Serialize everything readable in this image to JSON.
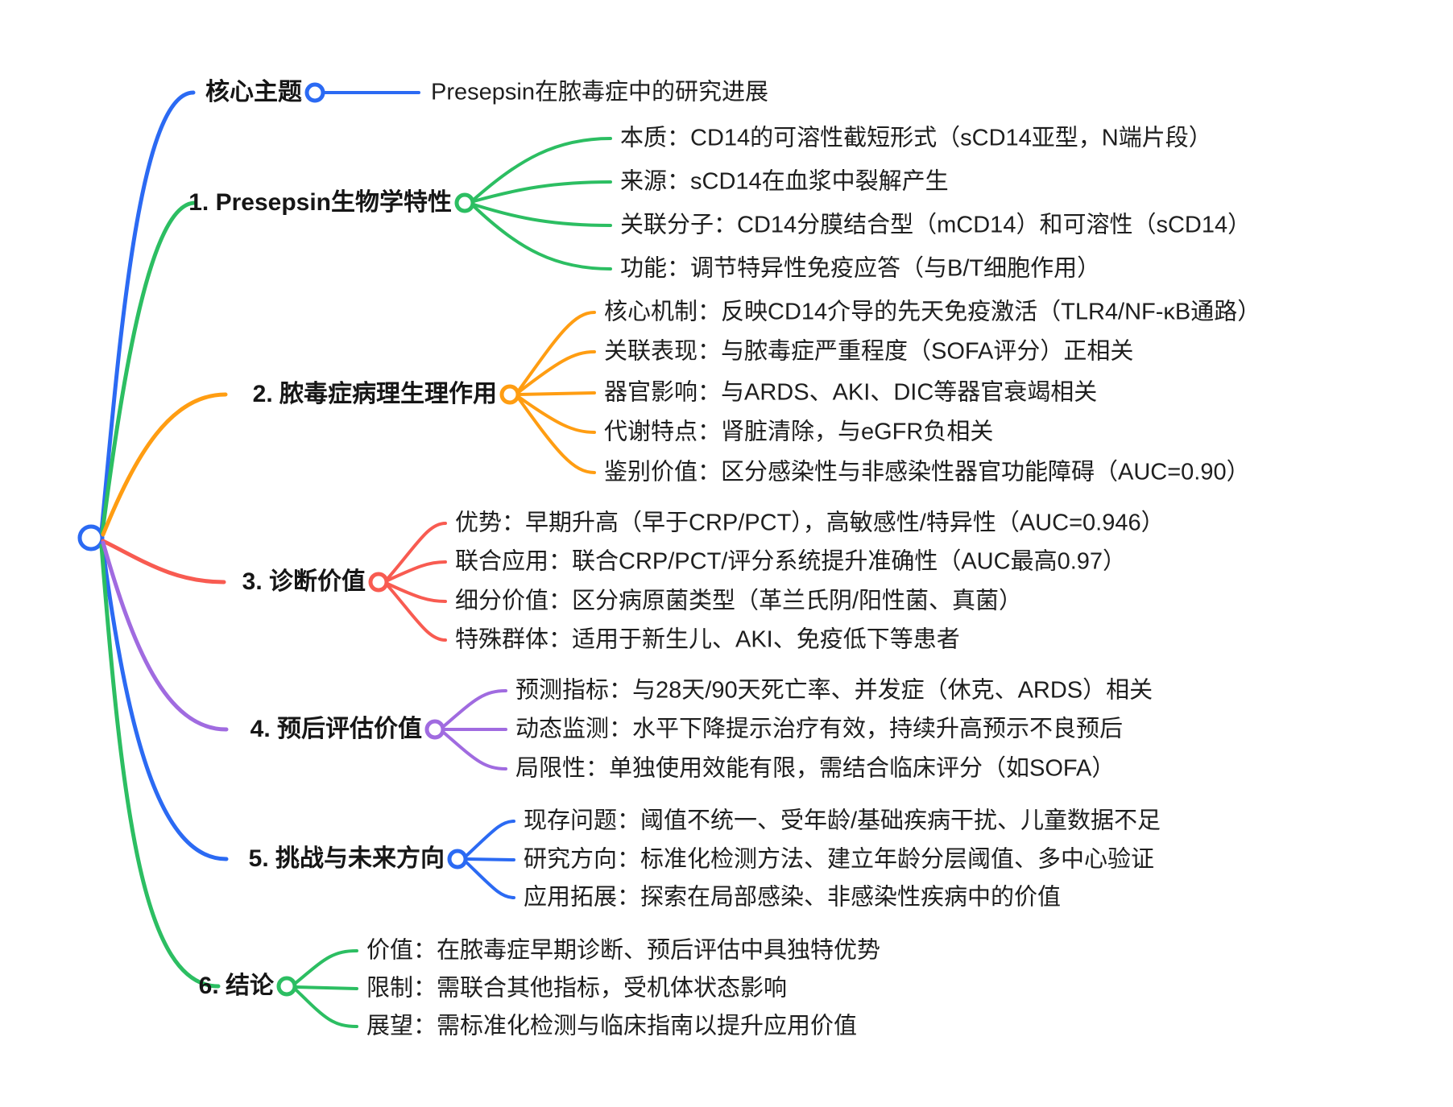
{
  "title_node": "Presepsin在脓毒症中的研究进展",
  "colors": {
    "blue": "#2b6af3",
    "green": "#2cbe62",
    "orange": "#ff9d12",
    "red": "#f85b51",
    "purple": "#a06be0"
  },
  "branches": [
    {
      "label": "核心主题",
      "color": "blue",
      "children": [
        "Presepsin在脓毒症中的研究进展"
      ]
    },
    {
      "label": "1. Presepsin生物学特性",
      "color": "green",
      "children": [
        "本质：CD14的可溶性截短形式（sCD14亚型，N端片段）",
        "来源：sCD14在血浆中裂解产生",
        "关联分子：CD14分膜结合型（mCD14）和可溶性（sCD14）",
        "功能：调节特异性免疫应答（与B/T细胞作用）"
      ]
    },
    {
      "label": "2. 脓毒症病理生理作用",
      "color": "orange",
      "children": [
        "核心机制：反映CD14介导的先天免疫激活（TLR4/NF-κB通路）",
        "关联表现：与脓毒症严重程度（SOFA评分）正相关",
        "器官影响：与ARDS、AKI、DIC等器官衰竭相关",
        "代谢特点：肾脏清除，与eGFR负相关",
        "鉴别价值：区分感染性与非感染性器官功能障碍（AUC=0.90）"
      ]
    },
    {
      "label": "3. 诊断价值",
      "color": "red",
      "children": [
        "优势：早期升高（早于CRP/PCT），高敏感性/特异性（AUC=0.946）",
        "联合应用：联合CRP/PCT/评分系统提升准确性（AUC最高0.97）",
        "细分价值：区分病原菌类型（革兰氏阴/阳性菌、真菌）",
        "特殊群体：适用于新生儿、AKI、免疫低下等患者"
      ]
    },
    {
      "label": "4. 预后评估价值",
      "color": "purple",
      "children": [
        "预测指标：与28天/90天死亡率、并发症（休克、ARDS）相关",
        "动态监测：水平下降提示治疗有效，持续升高预示不良预后",
        "局限性：单独使用效能有限，需结合临床评分（如SOFA）"
      ]
    },
    {
      "label": "5. 挑战与未来方向",
      "color": "blue",
      "children": [
        "现存问题：阈值不统一、受年龄/基础疾病干扰、儿童数据不足",
        "研究方向：标准化检测方法、建立年龄分层阈值、多中心验证",
        "应用拓展：探索在局部感染、非感染性疾病中的价值"
      ]
    },
    {
      "label": "6. 结论",
      "color": "green",
      "children": [
        "价值：在脓毒症早期诊断、预后评估中具独特优势",
        "限制：需联合其他指标，受机体状态影响",
        "展望：需标准化检测与临床指南以提升应用价值"
      ]
    }
  ]
}
